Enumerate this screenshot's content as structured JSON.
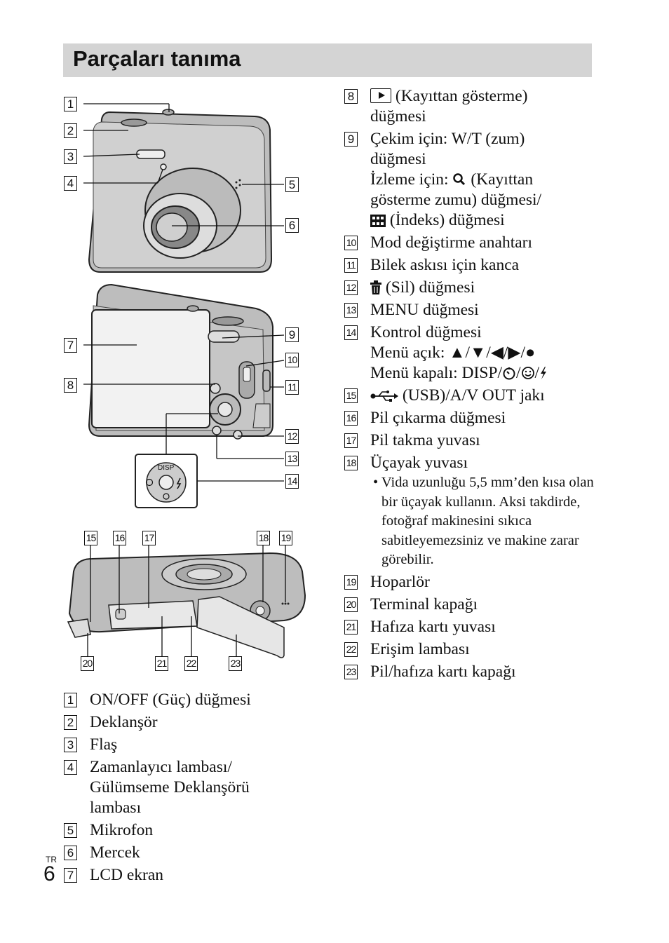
{
  "header": {
    "title": "Parçaları tanıma"
  },
  "page": {
    "lang_code": "TR",
    "number": "6"
  },
  "figures": {
    "top_callouts": [
      "1",
      "2",
      "3",
      "4",
      "5",
      "6"
    ],
    "middle_callouts": [
      "7",
      "8",
      "9",
      "10",
      "11",
      "12",
      "13",
      "14"
    ],
    "bottom_callouts_top": [
      "15",
      "16",
      "17",
      "18",
      "19"
    ],
    "bottom_callouts_bottom": [
      "20",
      "21",
      "22",
      "23"
    ],
    "control_disp_label": "DISP"
  },
  "left_list": [
    {
      "num": "1",
      "lines": [
        "ON/OFF (Güç) düğmesi"
      ]
    },
    {
      "num": "2",
      "lines": [
        "Deklanşör"
      ]
    },
    {
      "num": "3",
      "lines": [
        "Flaş"
      ]
    },
    {
      "num": "4",
      "lines": [
        "Zamanlayıcı lambası/",
        "Gülümseme Deklanşörü",
        "lambası"
      ]
    },
    {
      "num": "5",
      "lines": [
        "Mikrofon"
      ]
    },
    {
      "num": "6",
      "lines": [
        "Mercek"
      ]
    },
    {
      "num": "7",
      "lines": [
        "LCD ekran"
      ]
    }
  ],
  "right_list": [
    {
      "num": "8",
      "text_after_icon": "(Kayıttan gösterme)",
      "line2": "düğmesi",
      "icon": "playback-icon"
    },
    {
      "num": "9",
      "lines": [
        "Çekim için: W/T (zum)",
        "düğmesi"
      ],
      "zoom_line_prefix": "İzleme için:",
      "zoom_line_suffix": "(Kayıttan",
      "zoom_line3": "gösterme zumu) düğmesi/",
      "index_line": "(İndeks) düğmesi"
    },
    {
      "num": "10",
      "lines": [
        "Mod değiştirme anahtarı"
      ]
    },
    {
      "num": "11",
      "lines": [
        "Bilek askısı için kanca"
      ]
    },
    {
      "num": "12",
      "text_after_icon": "(Sil) düğmesi",
      "icon": "trash-icon"
    },
    {
      "num": "13",
      "lines": [
        "MENU düğmesi"
      ]
    },
    {
      "num": "14",
      "lines": [
        "Kontrol düğmesi"
      ],
      "menu_on": "Menü açık: ▲/▼/◀/▶/●",
      "menu_off_prefix": "Menü kapalı: DISP/",
      "menu_off_sep": "/",
      "menu_off_sep2": "/"
    },
    {
      "num": "15",
      "text_after_icon": "(USB)/A/V OUT jakı",
      "icon": "usb-icon"
    },
    {
      "num": "16",
      "lines": [
        "Pil çıkarma düğmesi"
      ]
    },
    {
      "num": "17",
      "lines": [
        "Pil takma yuvası"
      ]
    },
    {
      "num": "18",
      "lines": [
        "Üçayak yuvası"
      ],
      "note": "• Vida uzunluğu 5,5 mm’den kısa olan bir üçayak kullanın. Aksi takdirde, fotoğraf makinesini sıkıca sabitleyemezsiniz ve makine zarar görebilir."
    },
    {
      "num": "19",
      "lines": [
        "Hoparlör"
      ]
    },
    {
      "num": "20",
      "lines": [
        "Terminal kapağı"
      ]
    },
    {
      "num": "21",
      "lines": [
        "Hafıza kartı yuvası"
      ]
    },
    {
      "num": "22",
      "lines": [
        "Erişim lambası"
      ]
    },
    {
      "num": "23",
      "lines": [
        "Pil/hafıza kartı kapağı"
      ]
    }
  ]
}
